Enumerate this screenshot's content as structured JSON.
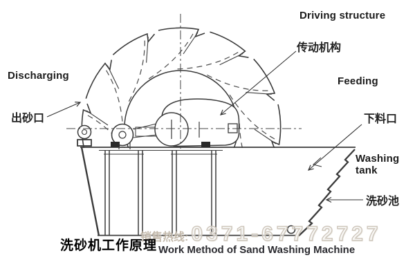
{
  "diagram": {
    "title": "Sand washing machine working principle diagram",
    "labels": {
      "driving_en": "Driving structure",
      "driving_cn": "传动机构",
      "discharging_en": "Discharging",
      "discharging_cn": "出砂口",
      "feeding_en": "Feeding",
      "feeding_cn": "下料口",
      "washing_tank_en": "Washing tank",
      "washing_tank_cn": "洗砂池"
    },
    "caption_cn": "洗砂机工作原理",
    "caption_en": "Work Method of Sand Washing Machine",
    "watermark": {
      "prefix": "销售热线:",
      "phone": "0371-67772727"
    },
    "colors": {
      "line": "#3a3a3a",
      "centerline": "#454545",
      "label_text": "#1b1b1b",
      "caption_en_text": "#2b2b30",
      "watermark_outline": "#cbc3b7",
      "background": "#ffffff"
    }
  }
}
